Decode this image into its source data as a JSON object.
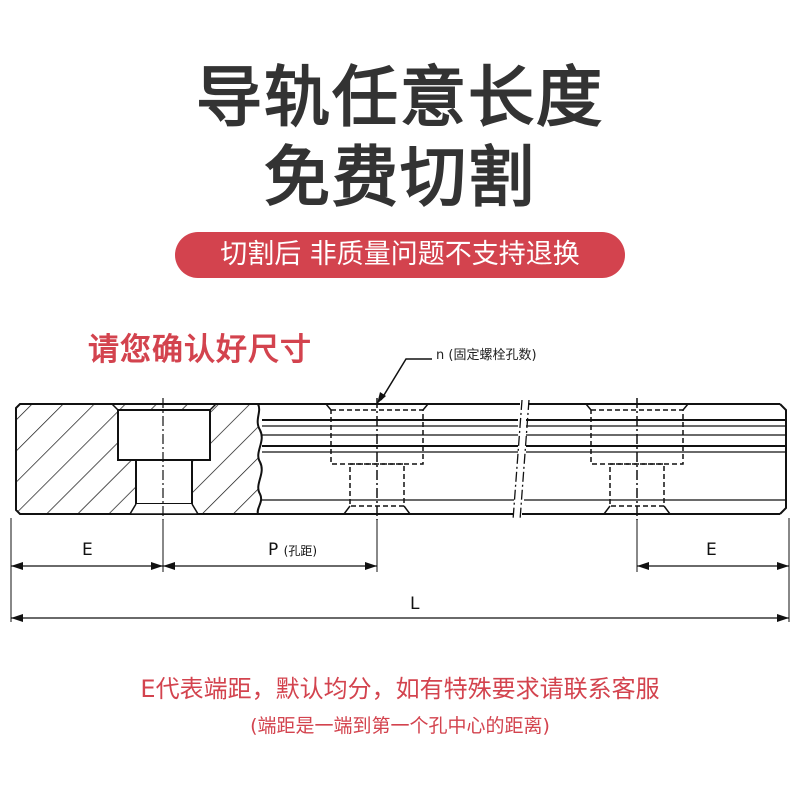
{
  "header": {
    "title_line1": "导轨任意长度",
    "title_line2": "免费切割",
    "notice_badge": "切割后 非质量问题不支持退换"
  },
  "diagram": {
    "heading": "请您确认好尺寸",
    "callout": "n (固定螺栓孔数)",
    "dimensions": {
      "E_left": "E",
      "P": "P",
      "P_note": "(孔距)",
      "E_right": "E",
      "L": "L"
    }
  },
  "footer": {
    "note_main": "E代表端距，默认均分，如有特殊要求请联系客服",
    "note_sub": "(端距是一端到第一个孔中心的距离)"
  },
  "colors": {
    "title": "#333333",
    "accent_red": "#d3434e",
    "line": "#111111"
  }
}
